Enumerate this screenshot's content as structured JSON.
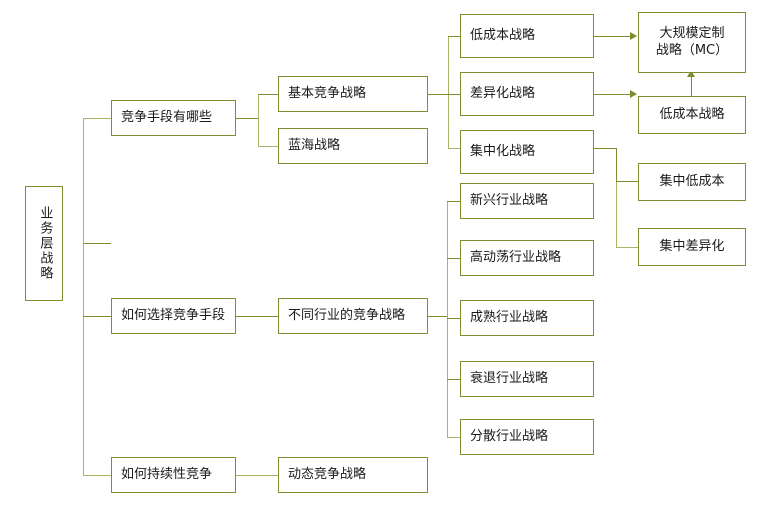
{
  "diagram": {
    "title": "业务层战略",
    "type": "tree-mindmap",
    "colors": {
      "border": "#7f8c30",
      "connector": "#7f8c30",
      "connector_pale": "#a8b566",
      "background": "#ffffff",
      "text": "#1a1a1a"
    },
    "nodes": {
      "root": {
        "label": "业务层战略",
        "orientation": "vertical"
      },
      "l2": [
        {
          "id": "l2-1",
          "label": "竞争手段有哪些"
        },
        {
          "id": "l2-2",
          "label": "如何选择竞争手段"
        },
        {
          "id": "l2-3",
          "label": "如何持续性竞争"
        }
      ],
      "l3": [
        {
          "id": "l3-1",
          "label": "基本竞争战略"
        },
        {
          "id": "l3-2",
          "label": "蓝海战略"
        },
        {
          "id": "l3-3",
          "label": "不同行业的竞争战略"
        },
        {
          "id": "l3-4",
          "label": "动态竞争战略"
        }
      ],
      "l4_basic": [
        {
          "id": "l4-1",
          "label": "低成本战略"
        },
        {
          "id": "l4-2",
          "label": "差异化战略"
        },
        {
          "id": "l4-3",
          "label": "集中化战略"
        }
      ],
      "l4_industry": [
        {
          "id": "l4-4",
          "label": "新兴行业战略"
        },
        {
          "id": "l4-5",
          "label": "高动荡行业战略"
        },
        {
          "id": "l4-6",
          "label": "成熟行业战略"
        },
        {
          "id": "l4-7",
          "label": "衰退行业战略"
        },
        {
          "id": "l4-8",
          "label": "分散行业战略"
        }
      ],
      "l5": [
        {
          "id": "l5-1",
          "label": "大规模定制\n战略（MC）"
        },
        {
          "id": "l5-2",
          "label": "低成本战略"
        },
        {
          "id": "l5-3",
          "label": "集中低成本"
        },
        {
          "id": "l5-4",
          "label": "集中差异化"
        }
      ]
    }
  }
}
